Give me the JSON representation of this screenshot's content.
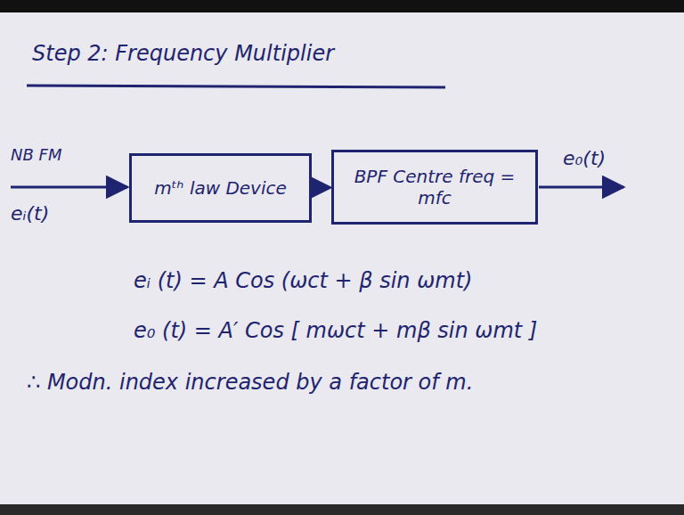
{
  "diagram": {
    "title": "Step 2: Frequency Multiplier",
    "nodes": [
      {
        "text": [
          "mᵗʰ law Device"
        ]
      },
      {
        "text": [
          "BPF Centre freq = mfc"
        ]
      }
    ],
    "edges": [
      {
        "from": 0,
        "to": 1,
        "arrow": "to"
      }
    ],
    "labels": [
      "NB FM",
      "eᵢ(t)",
      "e₀(t)",
      "eᵢ (t) = A Cos (ωct + β sin ωmt)",
      "e₀ (t) = A′ Cos [ mωct + mβ sin ωmt ]",
      "∴ Modn. index increased by a factor of m."
    ]
  }
}
